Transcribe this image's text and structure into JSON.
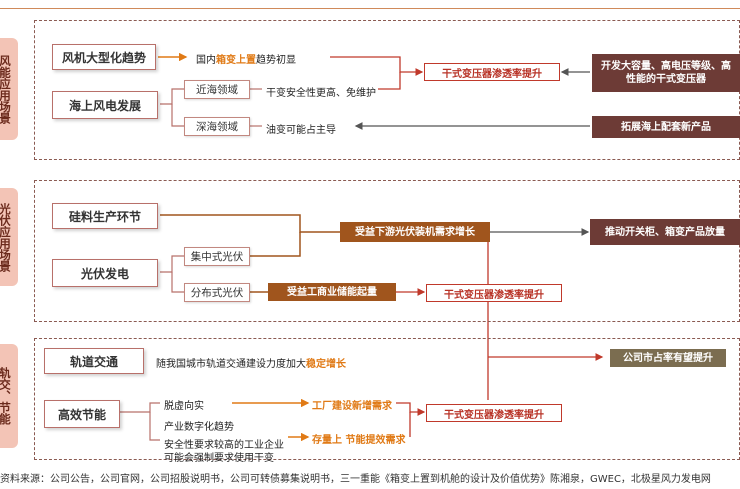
{
  "sections": [
    {
      "tab": "风能应用场景"
    },
    {
      "tab": "光伏应用场景"
    },
    {
      "tab": "轨交、节能"
    }
  ],
  "wind": {
    "trend": "风机大型化趋势",
    "trend_note_prefix": "国内",
    "trend_note_highlight": "箱变上置",
    "trend_note_suffix": "趋势初显",
    "offshore": "海上风电发展",
    "nearshore": "近海领域",
    "nearshore_note": "干变安全性更高、免维护",
    "deepsea": "深海领域",
    "deepsea_note": "油变可能占主导",
    "penetration": "干式变压器渗透率提升",
    "develop": "开发大容量、高电压等级、高性能的干式变压器",
    "expand": "拓展海上配套新产品"
  },
  "pv": {
    "silicon": "硅料生产环节",
    "pv_power": "光伏发电",
    "centralized": "集中式光伏",
    "distributed": "分布式光伏",
    "demand": "受益下游光伏装机需求增长",
    "storage": "受益工商业储能起量",
    "penetration": "干式变压器渗透率提升",
    "promote": "推动开关柜、箱变产品放量"
  },
  "rail": {
    "transit": "轨道交通",
    "transit_note_prefix": "随我国城市轨道交通建设力度加大",
    "transit_note_highlight": "稳定增长",
    "efficiency": "高效节能",
    "policy": "脱虚向实",
    "digital": "产业数字化趋势",
    "safety_line1": "安全性要求较高的工业企业",
    "safety_line2": "可能会强制要求使用干变",
    "new_demand": "工厂建设新增需求",
    "upgrade_demand": "存量上 节能提效需求",
    "penetration": "干式变压器渗透率提升",
    "market_share": "公司市占率有望提升"
  },
  "source": "资料来源：公司公告，公司官网，公司招股说明书，公司可转债募集说明书，三一重能《箱变上置到机舱的设计及价值优势》陈湘泉，GWEC，北极星风力发电网"
}
